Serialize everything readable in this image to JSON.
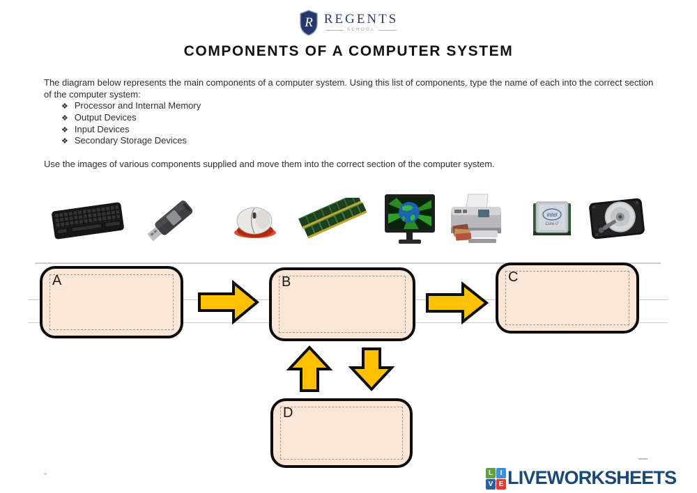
{
  "header": {
    "school_name": "REGENTS",
    "school_sub": "SCHOOL",
    "shield_letter": "R"
  },
  "title": "COMPONENTS OF A COMPUTER SYSTEM",
  "instructions": {
    "intro": "The diagram below represents the main components of a computer system. Using this list of components, type the name of each into the correct section of the computer system:",
    "bullet_glyph": "❖",
    "bullets": [
      "Processor and Internal Memory",
      "Output Devices",
      "Input Devices",
      "Secondary Storage Devices"
    ],
    "move_note": "Use the images of various components supplied and move them into the correct section of the computer system."
  },
  "components": [
    {
      "name": "keyboard"
    },
    {
      "name": "usb-flash-drive"
    },
    {
      "name": "mouse"
    },
    {
      "name": "ram-memory"
    },
    {
      "name": "monitor"
    },
    {
      "name": "printer"
    },
    {
      "name": "cpu-processor",
      "chip_label": "intel",
      "chip_sub": "Core i7"
    },
    {
      "name": "hard-disk-drive"
    }
  ],
  "diagram": {
    "boxes": [
      {
        "label": "A"
      },
      {
        "label": "B"
      },
      {
        "label": "C"
      },
      {
        "label": "D"
      }
    ]
  },
  "colors": {
    "box_fill": "#fbe5d6",
    "box_border": "#0d0d0d",
    "arrow_fill": "#ffc000",
    "faint_line": "#cccccc",
    "brand_navy": "#19497b",
    "school_navy": "#2c3c6b"
  },
  "footer": {
    "brand": "LIVEWORKSHEETS",
    "tiles": [
      {
        "letter": "L",
        "color": "#5fa33f"
      },
      {
        "letter": "I",
        "color": "#3f8fd2"
      },
      {
        "letter": "V",
        "color": "#2b5fa3"
      },
      {
        "letter": "E",
        "color": "#e03c31"
      }
    ]
  }
}
